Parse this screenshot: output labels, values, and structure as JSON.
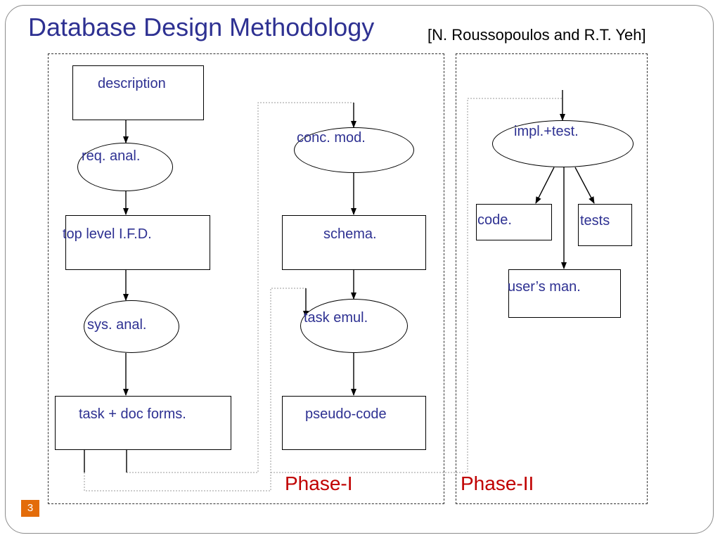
{
  "slide": {
    "title": "Database Design Methodology",
    "citation": "[N. Roussopoulos and R.T. Yeh]",
    "page_number": "3"
  },
  "phase1": {
    "label": "Phase-I",
    "nodes": {
      "description": "description",
      "req_anal": "req. anal.",
      "top_level_ifd": "top level I.F.D.",
      "sys_anal": "sys. anal.",
      "task_doc_forms": "task + doc forms.",
      "conc_mod": "conc. mod.",
      "schema": "schema.",
      "task_emul": "task emul.",
      "pseudo_code": "pseudo-code"
    }
  },
  "phase2": {
    "label": "Phase-II",
    "nodes": {
      "impl_test": "impl.+test.",
      "code": "code.",
      "tests": "tests",
      "users_man": "user’s man."
    }
  },
  "colors": {
    "title": "#2e3192",
    "node_text": "#2e3192",
    "phase_label": "#c00000",
    "page_badge": "#e36c0a"
  }
}
